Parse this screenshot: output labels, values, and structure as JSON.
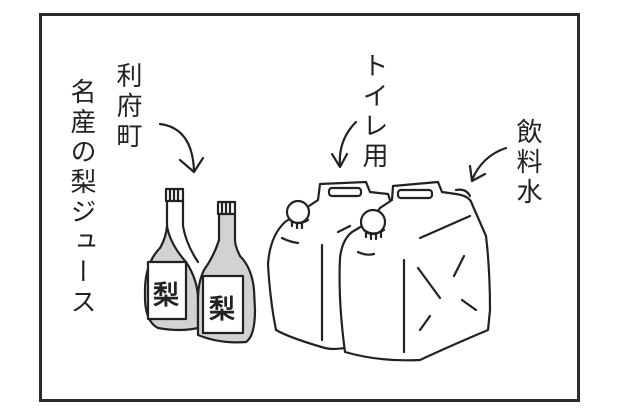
{
  "caption": {
    "town": "利府町",
    "product": "名産の梨ジュース",
    "toilet": "トイレ用",
    "drinking": "飲料水"
  },
  "bottle_label": "梨",
  "colors": {
    "bottle": "#d2d2d2",
    "line": "#222222",
    "frame": "#2a2a2a"
  }
}
